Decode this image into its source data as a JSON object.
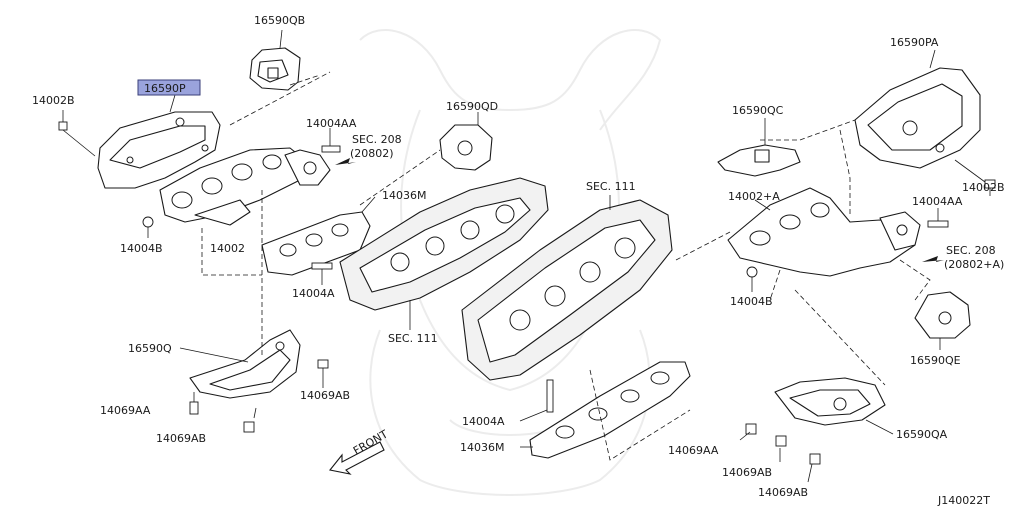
{
  "labels": {
    "p16590QB": "16590QB",
    "p16590P": "16590P",
    "p14002B_l": "14002B",
    "p14004AA_l": "14004AA",
    "sec208_l": "SEC. 208",
    "sec208_l_sub": "(20802)",
    "p16590QD": "16590QD",
    "p14036M_top": "14036M",
    "p14004B_l": "14004B",
    "p14002": "14002",
    "p14004A_top": "14004A",
    "sec111_mid": "SEC. 111",
    "sec111_top": "SEC. 111",
    "p16590Q": "16590Q",
    "p14069AA_l": "14069AA",
    "p14069AB_l1": "14069AB",
    "p14069AB_l2": "14069AB",
    "p14004A_bot": "14004A",
    "p14036M_bot": "14036M",
    "front": "FRONT",
    "p16590PA": "16590PA",
    "p16590QC": "16590QC",
    "p14002B_r": "14002B",
    "p14002_A": "14002+A",
    "p14004AA_r": "14004AA",
    "sec208_r": "SEC. 208",
    "sec208_r_sub": "(20802+A)",
    "p14004B_r": "14004B",
    "p16590QE": "16590QE",
    "p14069AA_r": "14069AA",
    "p14069AB_r1": "14069AB",
    "p14069AB_r2": "14069AB",
    "p16590QA": "16590QA",
    "diagram_id": "J140022T"
  },
  "colors": {
    "highlight_fill": "#9aa3dc",
    "highlight_stroke": "#3a3f7a",
    "line": "#1a1a1a",
    "watermark": "#ececec"
  }
}
